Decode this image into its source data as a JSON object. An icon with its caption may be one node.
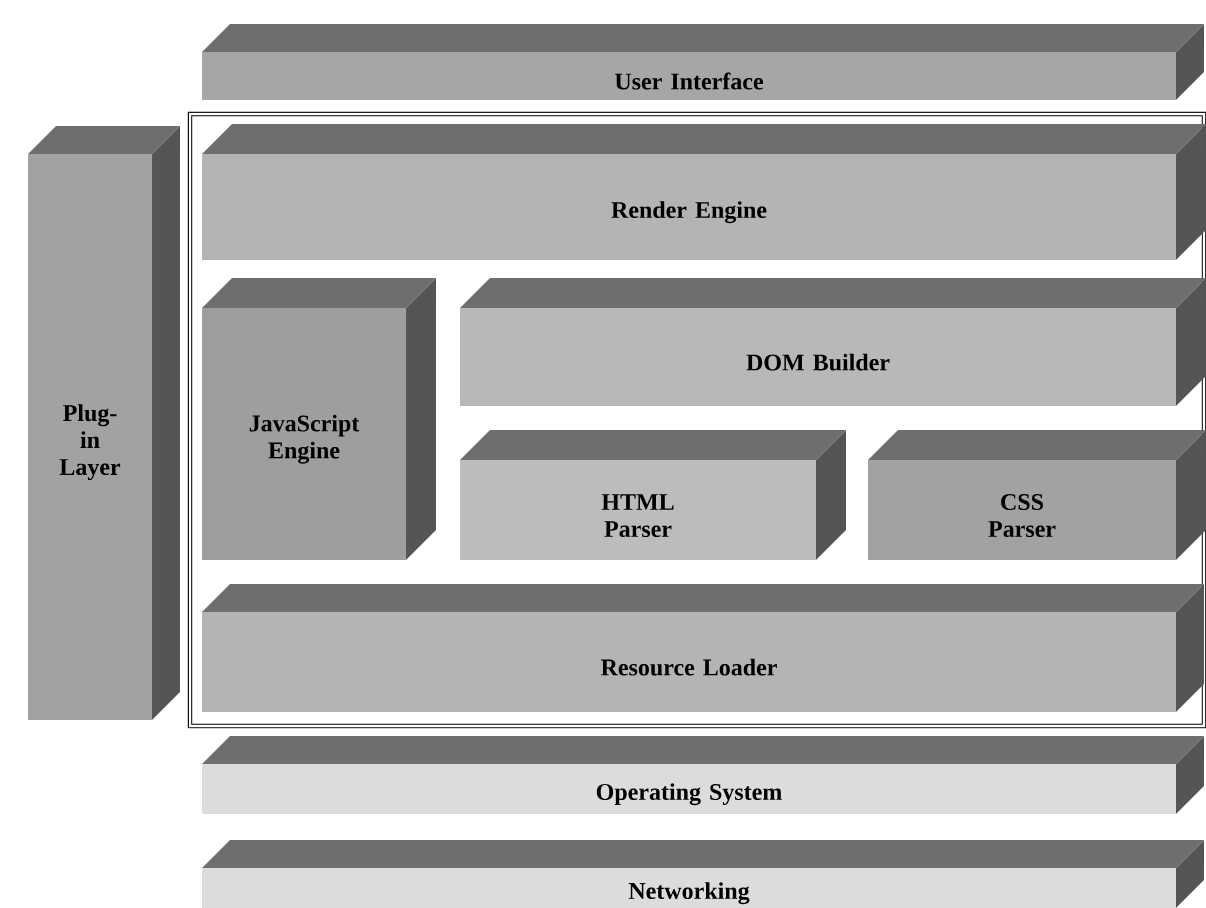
{
  "diagram": {
    "nodes": [
      {
        "text": [
          "User Interface"
        ]
      },
      {
        "text": [
          "Plug-in Layer"
        ]
      },
      {
        "text": [],
        "shape": "box"
      },
      {
        "text": [
          "Render Engine"
        ],
        "in": 2
      },
      {
        "text": [
          "JavaScript Engine"
        ],
        "in": 2
      },
      {
        "text": [
          "DOM Builder"
        ],
        "in": 2
      },
      {
        "text": [
          "HTML Parser"
        ],
        "in": 2
      },
      {
        "text": [
          "CSS Parser"
        ],
        "in": 2
      },
      {
        "text": [
          "Resource Loader"
        ],
        "in": 2
      },
      {
        "text": [
          "Operating System"
        ]
      },
      {
        "text": [
          "Networking"
        ]
      }
    ]
  }
}
